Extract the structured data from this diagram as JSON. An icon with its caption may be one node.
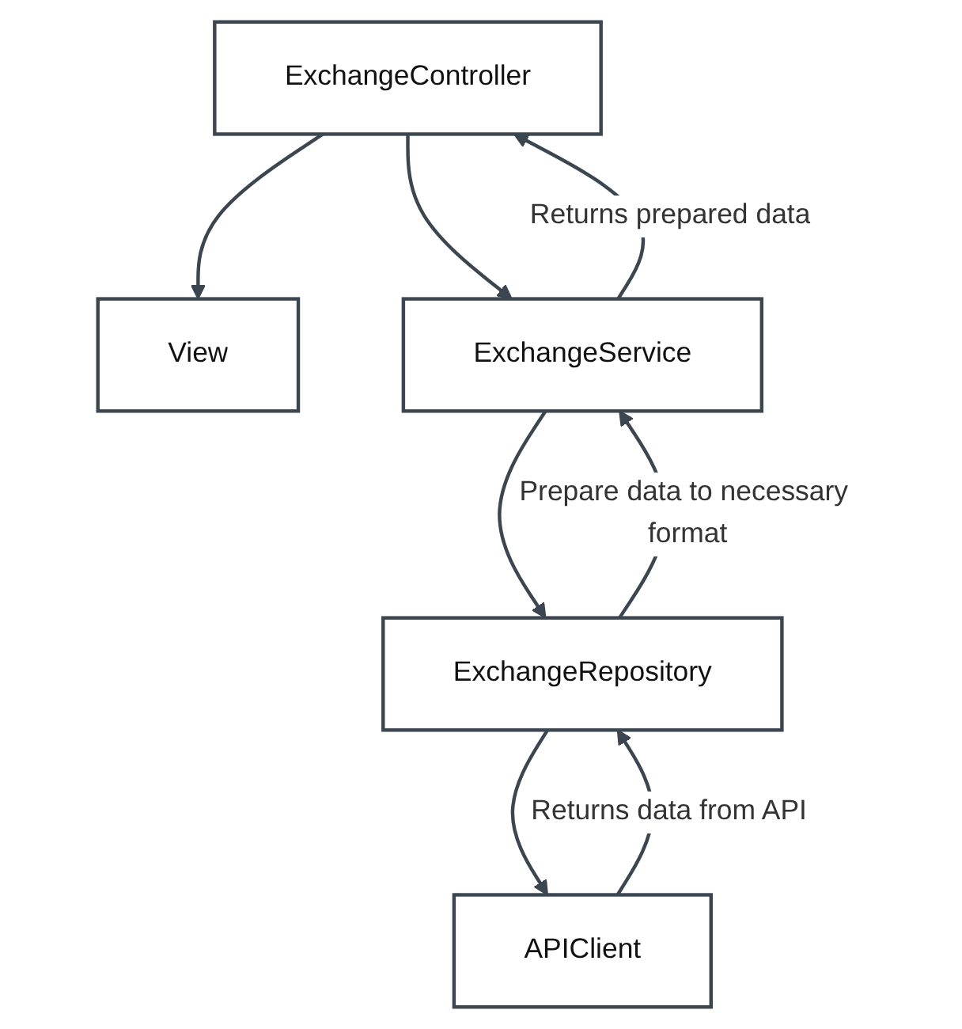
{
  "diagram": {
    "nodes": [
      {
        "text": [
          "ExchangeController"
        ]
      },
      {
        "text": [
          "View"
        ]
      },
      {
        "text": [
          "ExchangeService"
        ]
      },
      {
        "text": [
          "ExchangeRepository"
        ]
      },
      {
        "text": [
          "APIClient"
        ]
      }
    ],
    "edges": [
      {
        "from": 0,
        "to": 1,
        "arrow": "to"
      },
      {
        "from": 0,
        "to": 2,
        "arrow": "to"
      },
      {
        "from": 2,
        "to": 0,
        "arrow": "to",
        "label": "Returns prepared data"
      },
      {
        "from": 2,
        "to": 3,
        "arrow": "to"
      },
      {
        "from": 3,
        "to": 2,
        "arrow": "to",
        "label": "Prepare data to necessary format"
      },
      {
        "from": 3,
        "to": 4,
        "arrow": "to"
      },
      {
        "from": 4,
        "to": 3,
        "arrow": "to",
        "label": "Returns data from API"
      }
    ]
  }
}
